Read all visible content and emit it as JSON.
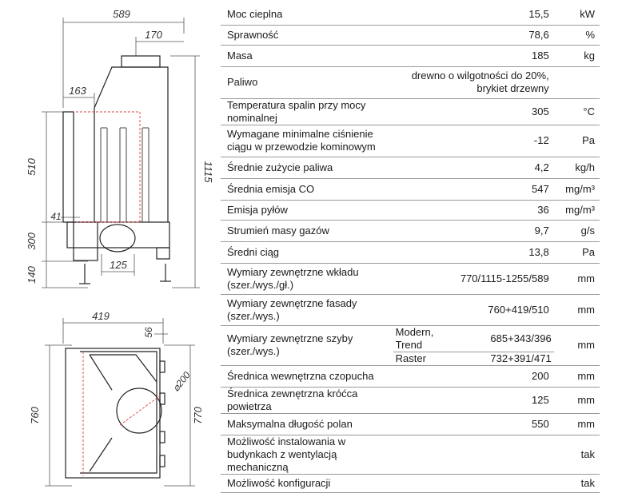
{
  "drawing": {
    "side_view": {
      "width_total": "589",
      "flue_offset": "170",
      "front_depth": "163",
      "height_total": "1115",
      "door_height": "510",
      "offset_41": "41",
      "base_height": "300",
      "leg_height": "140",
      "air_inlet": "125"
    },
    "top_view": {
      "front_width": "419",
      "side_offset": "56",
      "depth_left": "760",
      "depth_right": "770",
      "flue_diameter": "⌀200"
    }
  },
  "specs": [
    {
      "label": "Moc cieplna",
      "value": "15,5",
      "unit": "kW"
    },
    {
      "label": "Sprawność",
      "value": "78,6",
      "unit": "%"
    },
    {
      "label": "Masa",
      "value": "185",
      "unit": "kg"
    },
    {
      "label": "Paliwo",
      "value": "drewno o wilgotności do 20%, brykiet drzewny",
      "unit": ""
    },
    {
      "label": "Temperatura spalin przy mocy nominalnej",
      "value": "305",
      "unit": "°C"
    },
    {
      "label": "Wymagane minimalne ciśnienie ciągu w przewodzie kominowym",
      "value": "-12",
      "unit": "Pa"
    },
    {
      "label": "Średnie zużycie paliwa",
      "value": "4,2",
      "unit": "kg/h"
    },
    {
      "label": "Średnia emisja CO",
      "value": "547",
      "unit": "mg/m³"
    },
    {
      "label": "Emisja pyłów",
      "value": "36",
      "unit": "mg/m³"
    },
    {
      "label": "Strumień masy gazów",
      "value": "9,7",
      "unit": "g/s"
    },
    {
      "label": "Średni ciąg",
      "value": "13,8",
      "unit": "Pa"
    },
    {
      "label": "Wymiary zewnętrzne wkładu (szer./wys./gł.)",
      "value": "770/1115-1255/589",
      "unit": "mm"
    },
    {
      "label": "Wymiary zewnętrzne fasady (szer./wys.)",
      "value": "760+419/510",
      "unit": "mm"
    }
  ],
  "glass": {
    "label": "Wymiary zewnętrzne szyby (szer./wys.)",
    "unit": "mm",
    "variants": [
      {
        "name": "Modern, Trend",
        "value": "685+343/396"
      },
      {
        "name": "Raster",
        "value": "732+391/471"
      }
    ]
  },
  "specs2": [
    {
      "label": "Średnica wewnętrzna czopucha",
      "value": "200",
      "unit": "mm"
    },
    {
      "label": "Średnica zewnętrzna króćca powietrza",
      "value": "125",
      "unit": "mm"
    },
    {
      "label": "Maksymalna długość polan",
      "value": "550",
      "unit": "mm"
    },
    {
      "label": "Możliwość instalowania w budynkach z wentylacją mechaniczną",
      "value": "",
      "unit": "tak"
    },
    {
      "label": "Możliwość konfiguracji",
      "value": "",
      "unit": "tak"
    }
  ]
}
